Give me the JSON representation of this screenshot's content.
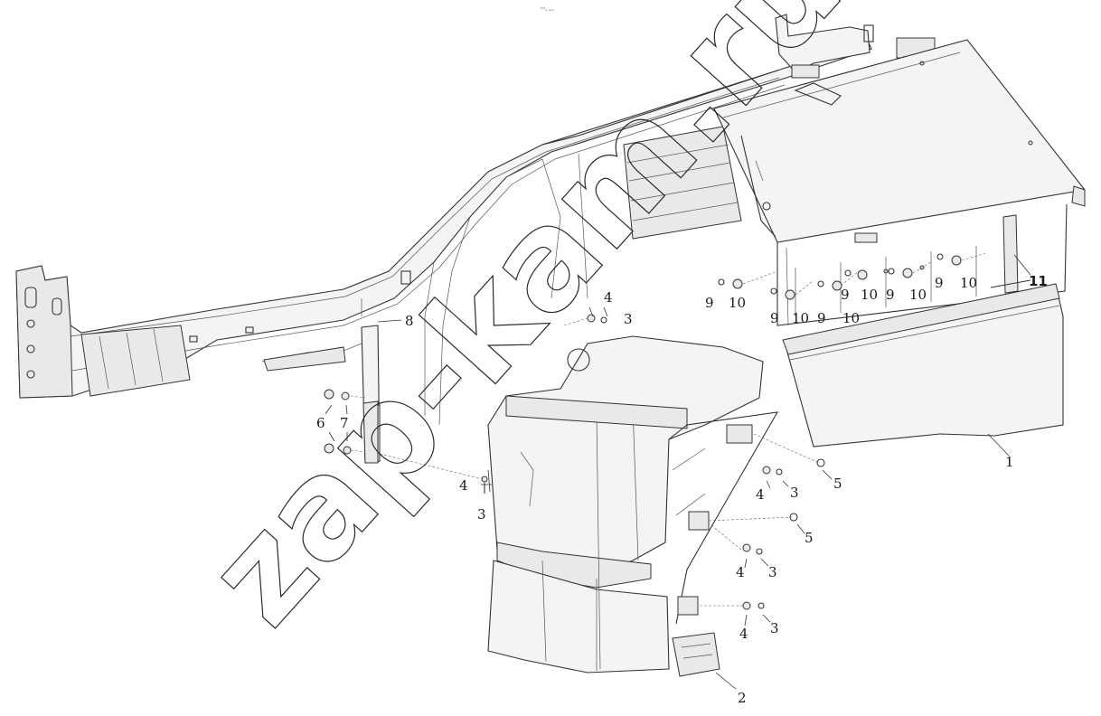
{
  "header": {
    "note": "°°ₙ ₒₒₒ"
  },
  "watermark": {
    "text": "zap-kam.ru"
  },
  "callouts": {
    "c1": "1",
    "c2": "2",
    "c3a": "3",
    "c3b": "3",
    "c3c": "3",
    "c3d": "3",
    "c3e": "3",
    "c4a": "4",
    "c4b": "4",
    "c4c": "4",
    "c4d": "4",
    "c4e": "4",
    "c5a": "5",
    "c5b": "5",
    "c6": "6",
    "c7": "7",
    "c8": "8",
    "c9a": "9",
    "c9b": "9",
    "c9c": "9",
    "c9d": "9",
    "c9e": "9",
    "c9f": "9",
    "c10a": "10",
    "c10b": "10",
    "c10c": "10",
    "c10d": "10",
    "c10e": "10",
    "c10f": "10",
    "c11": "11"
  },
  "colors": {
    "line": "#333333",
    "paper": "#ffffff"
  }
}
